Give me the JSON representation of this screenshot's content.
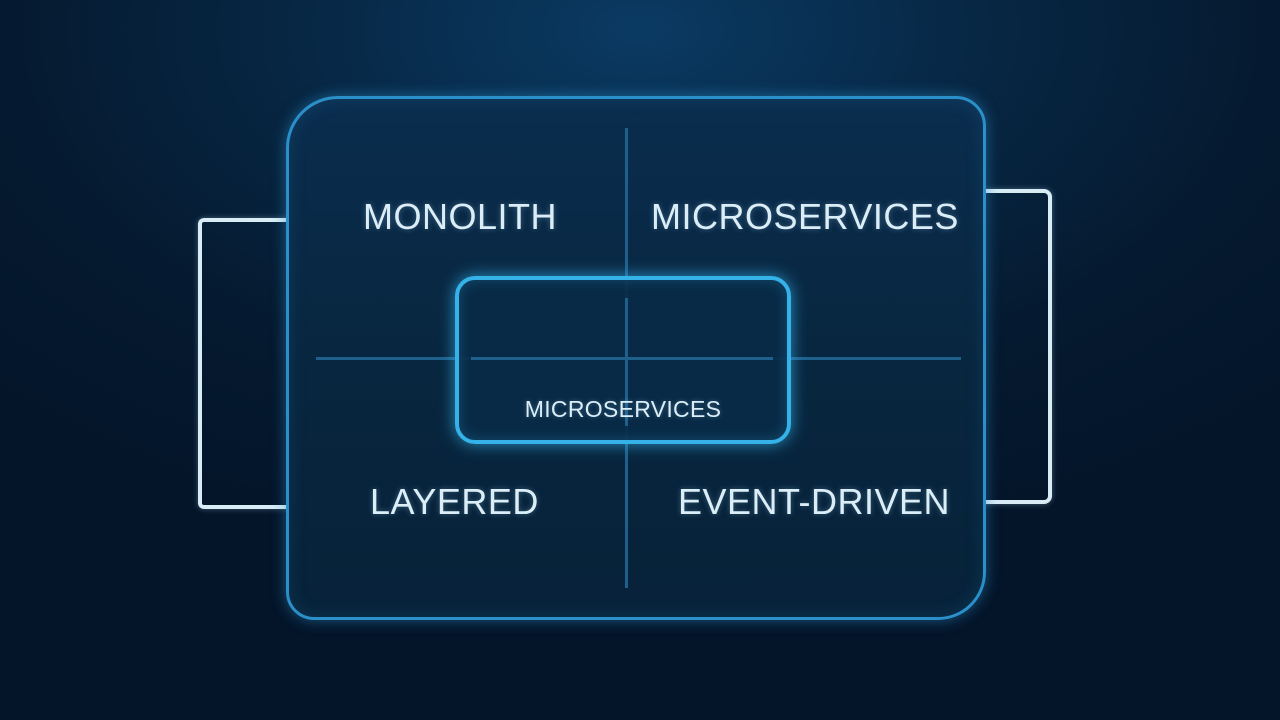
{
  "diagram": {
    "quadrants": {
      "top_left": "MONOLITH",
      "top_right": "MICROSERVICES",
      "bottom_left": "LAYERED",
      "bottom_right": "EVENT-DRIVEN"
    },
    "center": {
      "label": "MICROSERVICES"
    }
  },
  "colors": {
    "background": "#051a30",
    "panel_border": "#2b8fc9",
    "center_border": "#35b2e8",
    "bracket": "#d8ecf6",
    "text": "#dbeef8"
  }
}
